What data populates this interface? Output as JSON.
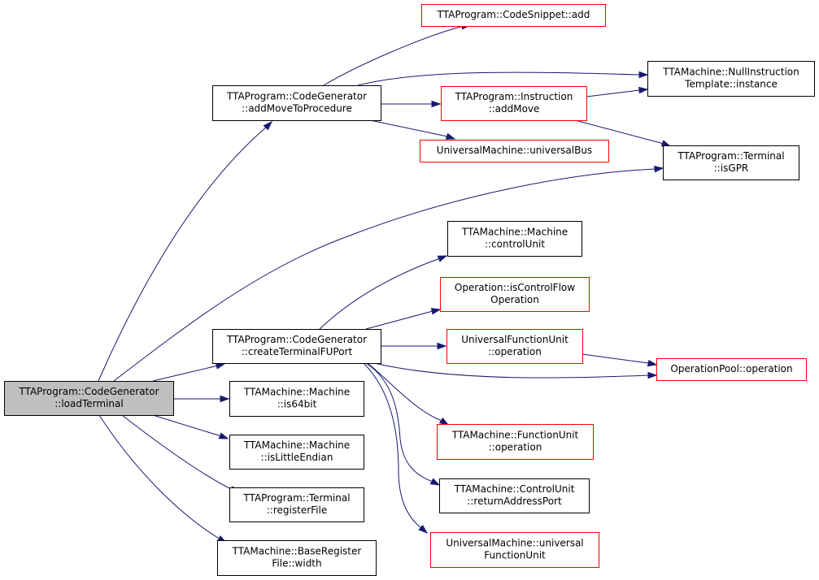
{
  "graph": {
    "colors": {
      "edge": "#191970",
      "root_fill": "#bfbfbf",
      "root_border": "#000000",
      "normal_border": "#000000",
      "linked_border": "#ff0000",
      "node_fill": "#ffffff"
    },
    "nodes": [
      {
        "id": "loadTerminal",
        "lines": [
          "TTAProgram::CodeGenerator",
          "::loadTerminal"
        ],
        "style": "root"
      },
      {
        "id": "addMoveToProcedure",
        "lines": [
          "TTAProgram::CodeGenerator",
          "::addMoveToProcedure"
        ],
        "style": "normal"
      },
      {
        "id": "codeSnippetAdd",
        "lines": [
          "TTAProgram::CodeSnippet::add"
        ],
        "style": "linked"
      },
      {
        "id": "nullInstructionTemplate",
        "lines": [
          "TTAMachine::NullInstruction",
          "Template::instance"
        ],
        "style": "normal"
      },
      {
        "id": "instructionAddMove",
        "lines": [
          "TTAProgram::Instruction",
          "::addMove"
        ],
        "style": "linked"
      },
      {
        "id": "universalBus",
        "lines": [
          "UniversalMachine::universalBus"
        ],
        "style": "linked"
      },
      {
        "id": "terminalIsGPR",
        "lines": [
          "TTAProgram::Terminal",
          "::isGPR"
        ],
        "style": "normal"
      },
      {
        "id": "machineControlUnit",
        "lines": [
          "TTAMachine::Machine",
          "::controlUnit"
        ],
        "style": "normal"
      },
      {
        "id": "isControlFlowOperation",
        "lines": [
          "Operation::isControlFlow",
          "Operation"
        ],
        "style": "linked"
      },
      {
        "id": "createTerminalFUPort",
        "lines": [
          "TTAProgram::CodeGenerator",
          "::createTerminalFUPort"
        ],
        "style": "normal"
      },
      {
        "id": "universalFUOperation",
        "lines": [
          "UniversalFunctionUnit",
          "::operation"
        ],
        "style": "linked"
      },
      {
        "id": "operationPoolOperation",
        "lines": [
          "OperationPool::operation"
        ],
        "style": "linked"
      },
      {
        "id": "machineIs64bit",
        "lines": [
          "TTAMachine::Machine",
          "::is64bit"
        ],
        "style": "normal"
      },
      {
        "id": "functionUnitOperation",
        "lines": [
          "TTAMachine::FunctionUnit",
          "::operation"
        ],
        "style": "linked"
      },
      {
        "id": "machineIsLittleEndian",
        "lines": [
          "TTAMachine::Machine",
          "::isLittleEndian"
        ],
        "style": "normal"
      },
      {
        "id": "controlUnitReturnAddressPort",
        "lines": [
          "TTAMachine::ControlUnit",
          "::returnAddressPort"
        ],
        "style": "normal"
      },
      {
        "id": "terminalRegisterFile",
        "lines": [
          "TTAProgram::Terminal",
          "::registerFile"
        ],
        "style": "normal"
      },
      {
        "id": "universalFunctionUnit",
        "lines": [
          "UniversalMachine::universal",
          "FunctionUnit"
        ],
        "style": "linked"
      },
      {
        "id": "baseRegisterFileWidth",
        "lines": [
          "TTAMachine::BaseRegister",
          "File::width"
        ],
        "style": "normal"
      }
    ],
    "edges": [
      {
        "from": "loadTerminal",
        "to": "addMoveToProcedure"
      },
      {
        "from": "loadTerminal",
        "to": "terminalIsGPR"
      },
      {
        "from": "loadTerminal",
        "to": "createTerminalFUPort"
      },
      {
        "from": "loadTerminal",
        "to": "machineIs64bit"
      },
      {
        "from": "loadTerminal",
        "to": "machineIsLittleEndian"
      },
      {
        "from": "loadTerminal",
        "to": "terminalRegisterFile"
      },
      {
        "from": "loadTerminal",
        "to": "baseRegisterFileWidth"
      },
      {
        "from": "addMoveToProcedure",
        "to": "codeSnippetAdd"
      },
      {
        "from": "addMoveToProcedure",
        "to": "nullInstructionTemplate"
      },
      {
        "from": "addMoveToProcedure",
        "to": "instructionAddMove"
      },
      {
        "from": "addMoveToProcedure",
        "to": "universalBus"
      },
      {
        "from": "instructionAddMove",
        "to": "nullInstructionTemplate"
      },
      {
        "from": "instructionAddMove",
        "to": "terminalIsGPR"
      },
      {
        "from": "createTerminalFUPort",
        "to": "machineControlUnit"
      },
      {
        "from": "createTerminalFUPort",
        "to": "isControlFlowOperation"
      },
      {
        "from": "createTerminalFUPort",
        "to": "universalFUOperation"
      },
      {
        "from": "createTerminalFUPort",
        "to": "operationPoolOperation"
      },
      {
        "from": "createTerminalFUPort",
        "to": "functionUnitOperation"
      },
      {
        "from": "createTerminalFUPort",
        "to": "controlUnitReturnAddressPort"
      },
      {
        "from": "createTerminalFUPort",
        "to": "universalFunctionUnit"
      },
      {
        "from": "universalFUOperation",
        "to": "operationPoolOperation"
      }
    ]
  }
}
